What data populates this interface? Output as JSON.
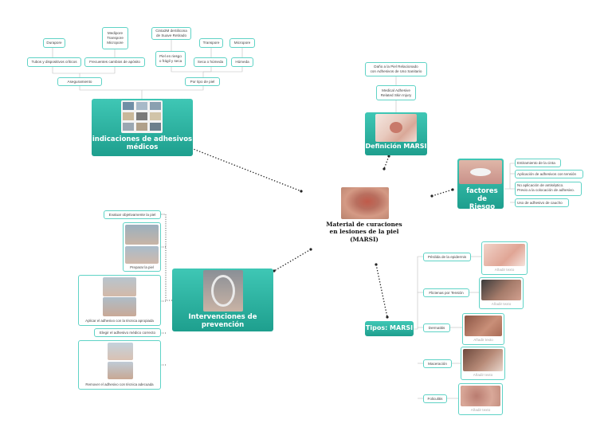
{
  "center": {
    "title_lines": [
      "Material de curaciones",
      "en lesiones de la piel",
      "(MARSI)"
    ]
  },
  "indicaciones": {
    "title_lines": [
      "indicaciones de adhesivos",
      "médicos"
    ],
    "aseguramiento": "Aseguramiento",
    "tubos": "Tubos y dispositivos críticos",
    "durapore": "Durapore",
    "frecuentes": "Frecuentes cambios de apósito",
    "medipore": [
      "Medipore",
      "Transpore",
      "Micropore"
    ],
    "por_tipo": "Por tipo de piel",
    "fragil": [
      "Piel en riesgo",
      "o frágil y seca"
    ],
    "silicona": [
      "Cinta3M deSilicona",
      "de Suave Retirado"
    ],
    "seca_humeda": "Seca o húmeda",
    "transpore": "Transpore",
    "humeda": "Húmeda",
    "micropore": "Micropore"
  },
  "definicion": {
    "title": "Definición MARSI",
    "es": [
      "Daño a la Piel Relacionado",
      "con Adhesivos de Uso Sanitario"
    ],
    "en": [
      "Medical Adhesive",
      "Related Skin Injury"
    ]
  },
  "factores": {
    "title_lines": [
      "factores de",
      "Riesgo"
    ],
    "items": [
      [
        "Estiramiento de la cinta"
      ],
      [
        "Aplicación de adhesivos con tensión"
      ],
      [
        "No aplicación de antiséptico.",
        "Previo a la colocación de adhesivo."
      ],
      [
        "Uso de adhesivo de caucho"
      ]
    ]
  },
  "intervenciones": {
    "title_lines": [
      "Intervenciones de",
      "prevención"
    ],
    "evaluar": "Evaluar objetivamente la piel",
    "preparar": "Preparar la piel",
    "aplicar": "Aplicar el adhesivo con la técnica apropiada",
    "elegir": "Elegir el adhesivo médico correcto",
    "remover": "Remover el adhesivo con técnica adecuada"
  },
  "tipos": {
    "title": "Tipos: MARSI",
    "added_text": "Añadir texto",
    "items": [
      "Pérdida de la epidermis",
      "Flictenas por Tensión",
      "Dermatitis",
      "Maceración",
      "Foliculitis"
    ]
  },
  "colors": {
    "accent": "#2cb5a2",
    "border": "#5fd3c6",
    "line": "#c8c8c8"
  }
}
